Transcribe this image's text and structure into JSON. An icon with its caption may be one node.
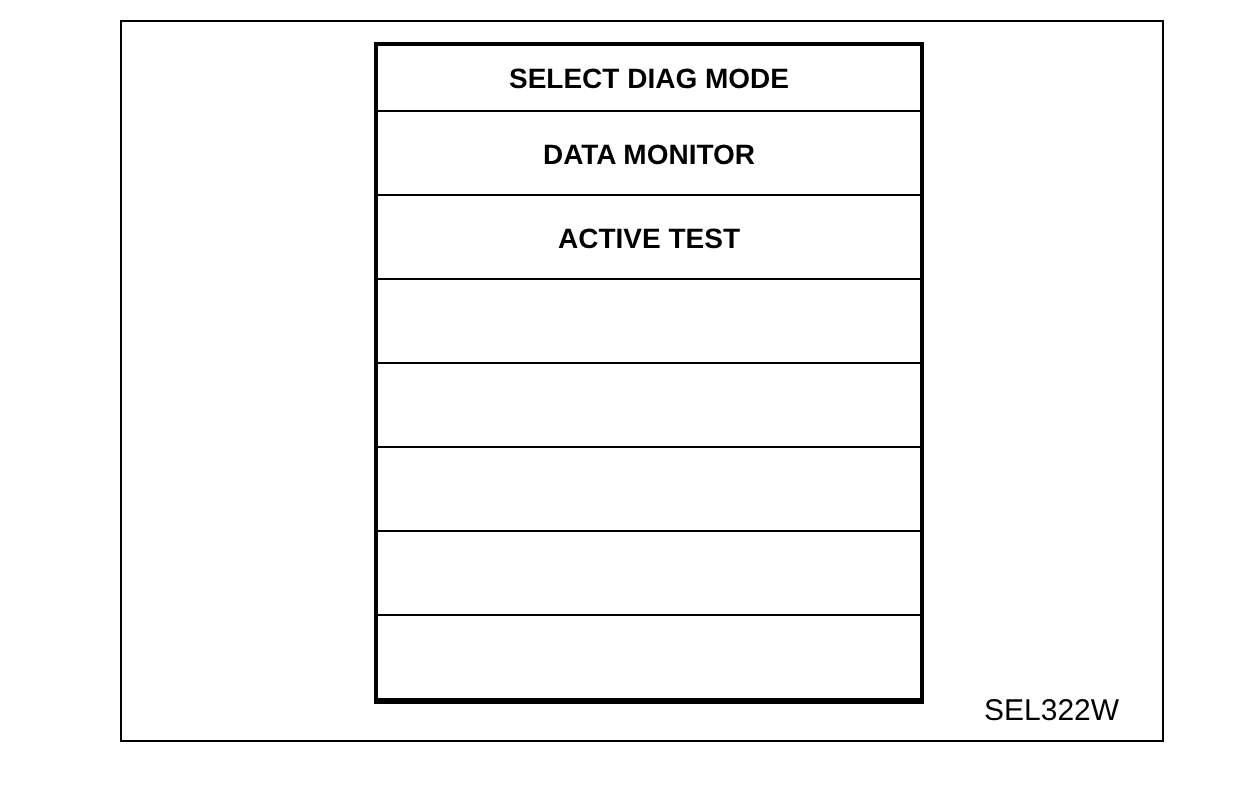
{
  "diagram": {
    "nodes": [
      {
        "text": [],
        "shape": "box"
      },
      {
        "text": [
          "SELECT DIAG MODE"
        ],
        "in": 0
      },
      {
        "text": [
          "DATA MONITOR"
        ],
        "in": 0
      },
      {
        "text": [
          "ACTIVE TEST"
        ],
        "in": 0
      },
      {
        "text": [],
        "shape": "box",
        "in": 0
      },
      {
        "text": [],
        "shape": "box",
        "in": 0
      },
      {
        "text": [],
        "shape": "box",
        "in": 0
      },
      {
        "text": [],
        "shape": "box",
        "in": 0
      },
      {
        "text": [],
        "shape": "box",
        "in": 0
      }
    ],
    "labels": [
      "SEL322W"
    ]
  }
}
